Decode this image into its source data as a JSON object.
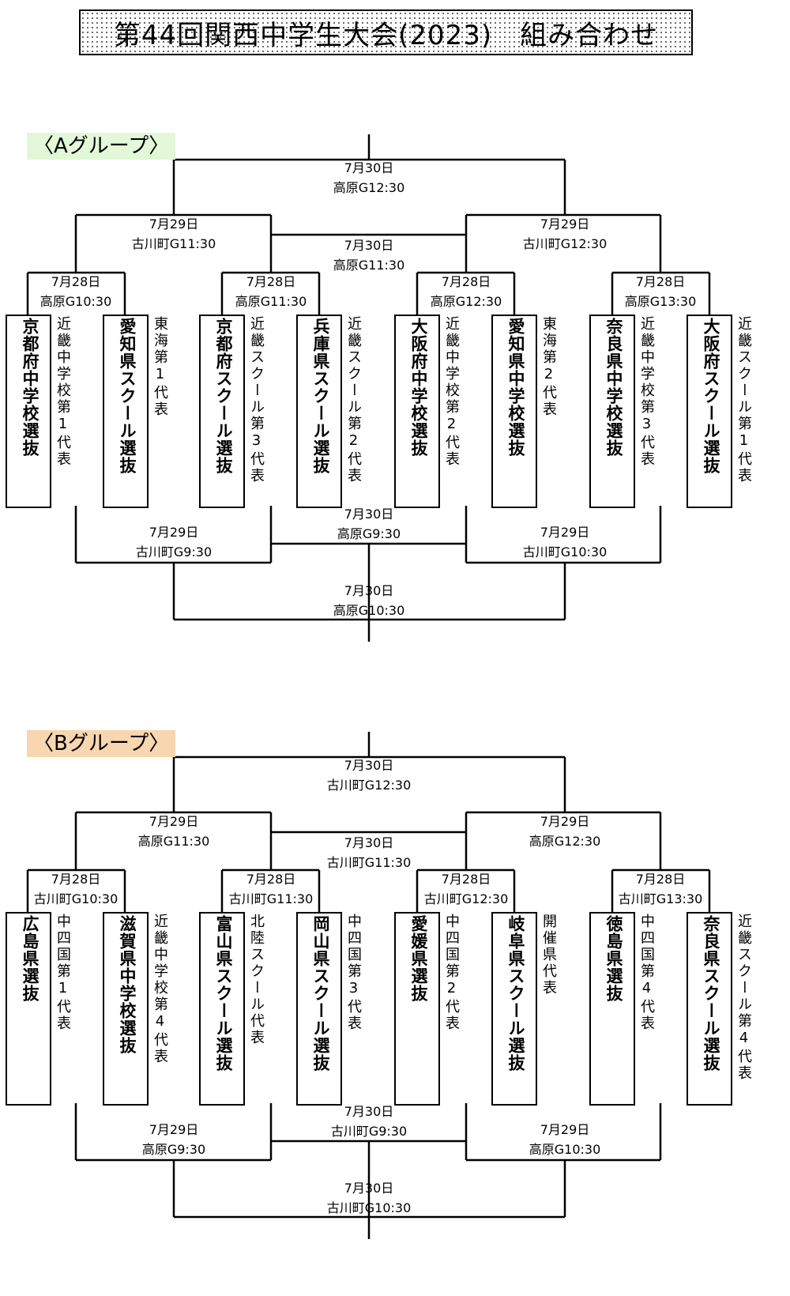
{
  "title": "第44回関西中学生大会(2023)　組み合わせ",
  "groups": [
    {
      "label": "〈Aグループ〉",
      "color": "#e2f8d8",
      "top_final": {
        "date": "7月30日",
        "venue": "高原G12:30"
      },
      "top_semi_left": {
        "date": "7月29日",
        "venue": "古川町G11:30"
      },
      "top_semi_right": {
        "date": "7月29日",
        "venue": "古川町G12:30"
      },
      "top_middle": {
        "date": "7月30日",
        "venue": "高原G11:30"
      },
      "r1": [
        {
          "date": "7月28日",
          "venue": "高原G10:30"
        },
        {
          "date": "7月28日",
          "venue": "高原G11:30"
        },
        {
          "date": "7月28日",
          "venue": "高原G12:30"
        },
        {
          "date": "7月28日",
          "venue": "高原G13:30"
        }
      ],
      "teams": [
        {
          "name": "京都府中学校選抜",
          "note": "近畿中学校第1代表"
        },
        {
          "name": "愛知県スクール選抜",
          "note": "東海第1代表"
        },
        {
          "name": "京都府スクール選抜",
          "note": "近畿スクール第3代表"
        },
        {
          "name": "兵庫県スクール選抜",
          "note": "近畿スクール第2代表"
        },
        {
          "name": "大阪府中学校選抜",
          "note": "近畿中学校第2代表"
        },
        {
          "name": "愛知県中学校選抜",
          "note": "東海第2代表"
        },
        {
          "name": "奈良県中学校選抜",
          "note": "近畿中学校第3代表"
        },
        {
          "name": "大阪府スクール選抜",
          "note": "近畿スクール第1代表"
        }
      ],
      "bottom_middle": {
        "date": "7月30日",
        "venue": "高原G9:30"
      },
      "bottom_semi_left": {
        "date": "7月29日",
        "venue": "古川町G9:30"
      },
      "bottom_semi_right": {
        "date": "7月29日",
        "venue": "古川町G10:30"
      },
      "bottom_final": {
        "date": "7月30日",
        "venue": "高原G10:30"
      }
    },
    {
      "label": "〈Bグループ〉",
      "color": "#f8d6b0",
      "top_final": {
        "date": "7月30日",
        "venue": "古川町G12:30"
      },
      "top_semi_left": {
        "date": "7月29日",
        "venue": "高原G11:30"
      },
      "top_semi_right": {
        "date": "7月29日",
        "venue": "高原G12:30"
      },
      "top_middle": {
        "date": "7月30日",
        "venue": "古川町G11:30"
      },
      "r1": [
        {
          "date": "7月28日",
          "venue": "古川町G10:30"
        },
        {
          "date": "7月28日",
          "venue": "古川町G11:30"
        },
        {
          "date": "7月28日",
          "venue": "古川町G12:30"
        },
        {
          "date": "7月28日",
          "venue": "古川町G13:30"
        }
      ],
      "teams": [
        {
          "name": "広島県選抜",
          "note": "中四国第1代表"
        },
        {
          "name": "滋賀県中学校選抜",
          "note": "近畿中学校第4代表"
        },
        {
          "name": "富山県スクール選抜",
          "note": "北陸スクール代表"
        },
        {
          "name": "岡山県スクール選抜",
          "note": "中四国第3代表"
        },
        {
          "name": "愛媛県選抜",
          "note": "中四国第2代表"
        },
        {
          "name": "岐阜県スクール選抜",
          "note": "開催県代表"
        },
        {
          "name": "徳島県選抜",
          "note": "中四国第4代表"
        },
        {
          "name": "奈良県スクール選抜",
          "note": "近畿スクール第4代表"
        }
      ],
      "bottom_middle": {
        "date": "7月30日",
        "venue": "古川町G9:30"
      },
      "bottom_semi_left": {
        "date": "7月29日",
        "venue": "高原G9:30"
      },
      "bottom_semi_right": {
        "date": "7月29日",
        "venue": "高原G10:30"
      },
      "bottom_final": {
        "date": "7月30日",
        "venue": "古川町G10:30"
      }
    }
  ]
}
